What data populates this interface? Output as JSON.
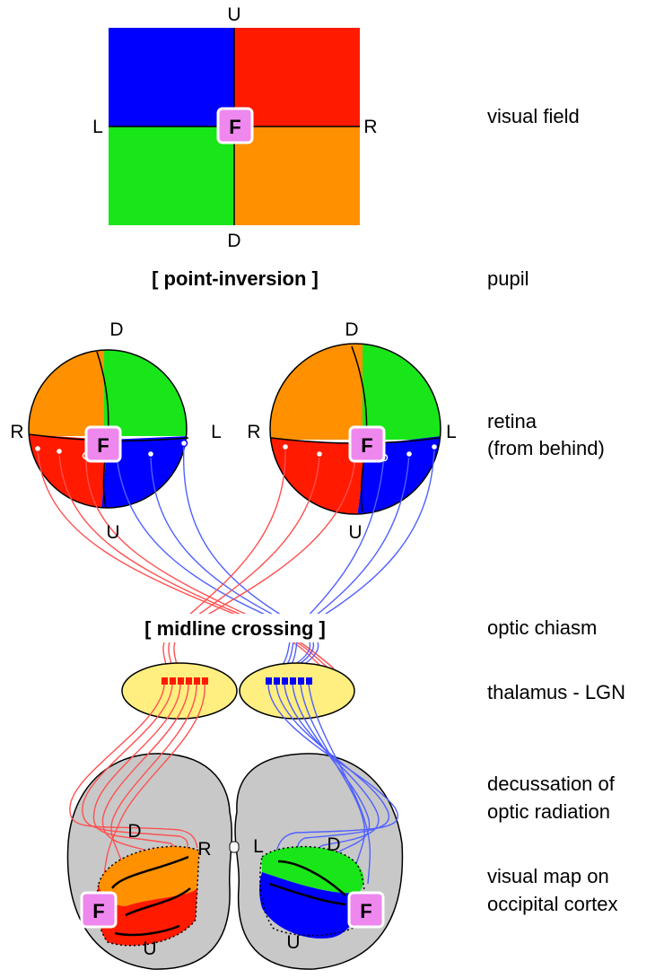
{
  "colors": {
    "blue": "#0000ff",
    "red": "#ff1a00",
    "green": "#19e619",
    "orange": "#ff9000",
    "fovea_fill": "#ee88ee",
    "thalamus_fill": "#ffee80",
    "cortex_fill": "#c8c8c8"
  },
  "visual_field": {
    "up": "U",
    "down": "D",
    "left": "L",
    "right": "R",
    "fovea": "F"
  },
  "pupil_caption": "[ point-inversion ]",
  "retina_left": {
    "top": "D",
    "bottom": "U",
    "left": "R",
    "right": "L",
    "fovea": "F"
  },
  "retina_right": {
    "top": "D",
    "bottom": "U",
    "left": "R",
    "right": "L",
    "fovea": "F"
  },
  "chiasm_caption": "[ midline crossing ]",
  "cortex_left": {
    "top": "D",
    "right": "R",
    "bottom": "U",
    "fovea": "F"
  },
  "cortex_right": {
    "left": "L",
    "top": "D",
    "bottom": "U",
    "fovea": "F"
  },
  "side_labels": {
    "visual_field": "visual field",
    "pupil": "pupil",
    "retina_1": "retina",
    "retina_2": "(from behind)",
    "optic_chiasm": "optic chiasm",
    "thalamus": "thalamus - LGN",
    "decussation_1": "decussation of",
    "decussation_2": "optic radiation",
    "visual_map_1": "visual map on",
    "visual_map_2": "occipital cortex"
  }
}
